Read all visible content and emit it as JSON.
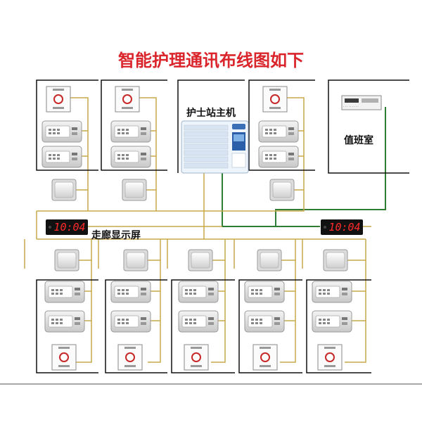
{
  "title": "智能护理通讯布线图如下",
  "nurse_station_label": "护士站主机",
  "duty_room_label": "值班室",
  "corridor_label": "走廊显示屏",
  "corridor_clock_left": "10:04",
  "corridor_clock_right": "10:04",
  "colors": {
    "title": "#d9252b",
    "room_border": "#111111",
    "bus_wire": "#c8a84a",
    "trunk_wire": "#2e7d32",
    "clock_bg": "#111111",
    "clock_text": "#ff2a2a",
    "emergency_button": "#c62828"
  },
  "icons": {
    "emergency_button": "emergency-pull-button-icon",
    "bedside_unit": "bedside-extension-icon",
    "door_light": "door-light-icon",
    "host": "nurse-station-host-icon",
    "duty_device": "duty-room-device-icon"
  }
}
